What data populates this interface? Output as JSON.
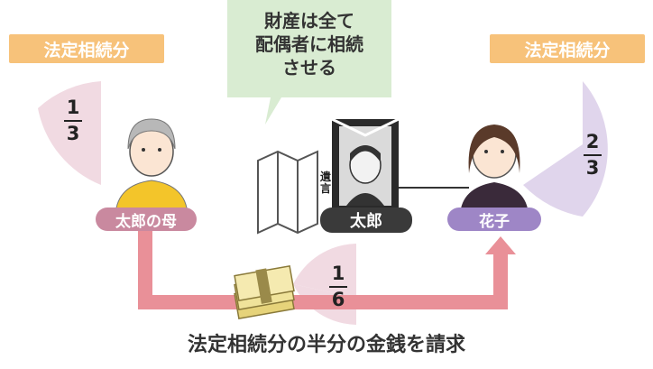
{
  "left_badge": "法定相続分",
  "right_badge": "法定相続分",
  "bubble_lines": [
    "財産は全て",
    "配偶者に相続",
    "させる"
  ],
  "left_fraction": {
    "num": "1",
    "den": "3"
  },
  "right_fraction": {
    "num": "2",
    "den": "3"
  },
  "center_fraction": {
    "num": "1",
    "den": "6"
  },
  "mother_label": "太郎の母",
  "taro_label": "太郎",
  "hanako_label": "花子",
  "will_label": "遺言",
  "bottom_caption": "法定相続分の半分の金銭を請求",
  "colors": {
    "orange": "#f7c27a",
    "pink": "#e8b8c8",
    "pink_dark": "#c9899f",
    "lavender": "#d9cbe8",
    "lavender_dark": "#9e86c6",
    "bubble": "#d9ecd2",
    "arrow": "#e99098"
  }
}
